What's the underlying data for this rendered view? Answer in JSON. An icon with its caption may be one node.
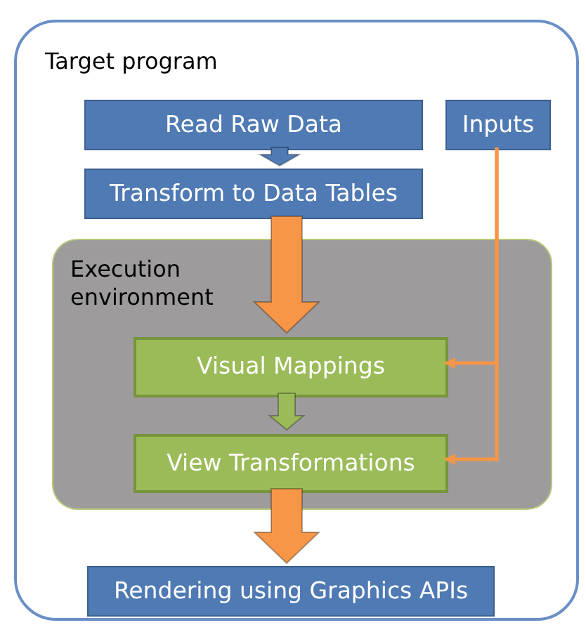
{
  "diagram": {
    "nodes": [
      {
        "text": [
          "Target program"
        ]
      },
      {
        "text": [
          "Read Raw Data"
        ],
        "in": 0
      },
      {
        "text": [
          "Inputs"
        ],
        "in": 0
      },
      {
        "text": [
          "Transform to Data Tables"
        ],
        "in": 0
      },
      {
        "text": [
          "Execution environment"
        ],
        "in": 0
      },
      {
        "text": [
          "Visual Mappings"
        ],
        "in": 4
      },
      {
        "text": [
          "View Transformations"
        ],
        "in": 4
      },
      {
        "text": [
          "Rendering using Graphics APIs"
        ],
        "in": 0
      }
    ],
    "edges": [
      {
        "from": 1,
        "to": 3,
        "arrow": "to",
        "style": "thick",
        "color": "#4f7ab3"
      },
      {
        "from": 3,
        "to": 5,
        "arrow": "to",
        "style": "thick"
      },
      {
        "from": 5,
        "to": 6,
        "arrow": "to",
        "style": "thick",
        "color": "#9bbb59"
      },
      {
        "from": 6,
        "to": 7,
        "arrow": "to",
        "style": "thick"
      },
      {
        "from": 2,
        "to": 5,
        "arrow": "to"
      },
      {
        "from": 2,
        "to": 6,
        "arrow": "to"
      }
    ]
  }
}
